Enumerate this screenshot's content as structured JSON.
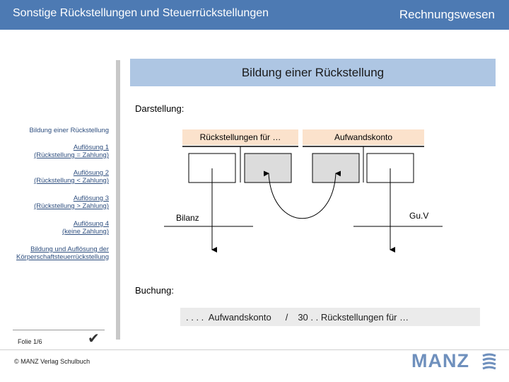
{
  "header": {
    "title": "Sonstige Rückstellungen und Steuerrückstellungen",
    "section": "Rechnungswesen"
  },
  "nav": {
    "items": [
      {
        "line1": "Bildung einer Rückstellung",
        "line2": ""
      },
      {
        "line1": "Auflösung 1",
        "line2": "(Rückstellung = Zahlung)"
      },
      {
        "line1": "Auflösung 2",
        "line2": "(Rückstellung < Zahlung)"
      },
      {
        "line1": "Auflösung 3",
        "line2": "(Rückstellung > Zahlung)"
      },
      {
        "line1": "Auflösung 4",
        "line2": "(keine Zahlung)"
      },
      {
        "line1": "Bildung und Auflösung der",
        "line2": "Körperschaftsteuerrückstellung"
      }
    ]
  },
  "main": {
    "title": "Bildung einer Rückstellung",
    "darstellung_label": "Darstellung:",
    "account_left": "Rückstellungen für …",
    "account_right": "Aufwandskonto",
    "bilanz_label": "Bilanz",
    "guv_label": "Gu.V",
    "buchung_label": "Buchung:",
    "buchung_debit": ". . . .  Aufwandskonto",
    "buchung_separator": "/",
    "buchung_credit": "30 . . Rückstellungen für …"
  },
  "footer": {
    "folie": "Folie 1/6",
    "copyright": "© MANZ Verlag Schulbuch",
    "logo": "MANZ"
  }
}
